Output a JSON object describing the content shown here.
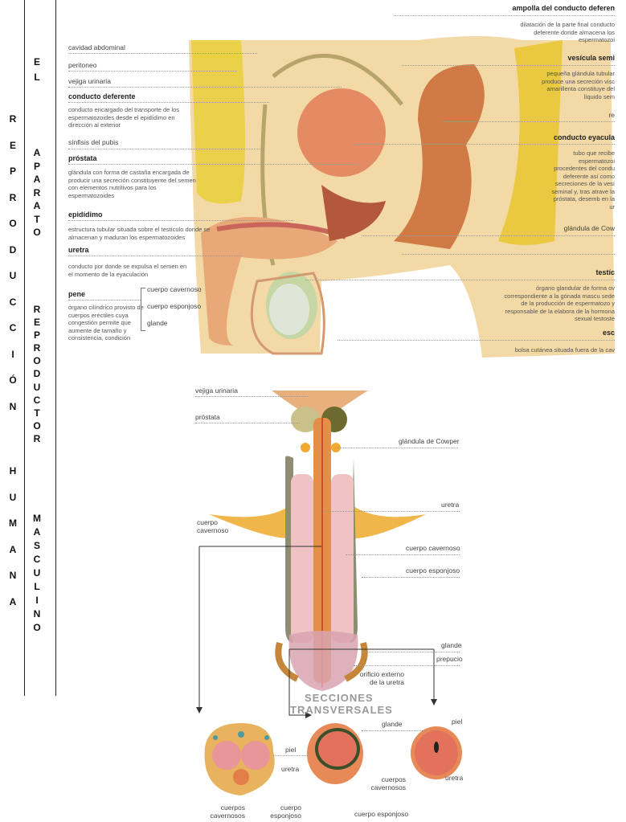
{
  "side_titles": {
    "col1": [
      "REPRODUCCIÓN",
      "HUMANA"
    ],
    "col2": [
      "EL",
      "APARATO",
      "REPRODUCTOR",
      "MASCULINO"
    ]
  },
  "sagittal": {
    "left_labels": {
      "cavidad_abdominal": "cavidad abdominal",
      "peritoneo": "peritoneo",
      "vejiga": "vejiga urinaria",
      "conducto_deferente": "conducto deferente",
      "conducto_deferente_desc": "conducto encargado del transporte de los espermatozoides desde el epidídimo en dirección al exterior",
      "sinfisis": "sínfisis del pubis",
      "prostata": "próstata",
      "prostata_desc": "glándula con forma de castaña encargada de producir una secreción constituyente del semen con elementos nutritivos para los espermatozoides",
      "epididimo": "epidídimo",
      "epididimo_desc": "estructura tubular situada sobre el testículo donde se almacenan y maduran los espermatozoides",
      "uretra": "uretra",
      "uretra_desc": "conducto por donde se expulsa el semen en el momento de la eyaculación",
      "pene": "pene",
      "pene_desc": "órgano cilíndrico provisto de cuerpos eréctiles cuya congestión permite que aumente de tamaño y consistencia, condición",
      "cuerpo_cavernoso": "cuerpo cavernoso",
      "cuerpo_esponjoso": "cuerpo esponjoso",
      "glande": "glande"
    },
    "right_labels": {
      "ampolla": "ampolla del conducto deferen",
      "ampolla_desc": "dilatación de la parte final conducto deferente donde almacena los espermatozoi",
      "vesicula": "vesícula semi",
      "vesicula_desc": "pequeña glándula tubular produce una secreción visc amarillenta constituye del líquido sem",
      "re": "re",
      "eyaculador": "conducto eyacula",
      "eyaculador_desc": "tubo que recibe espermatozoi procedentes del condu deferente así como secreciones de la vesí seminal y, tras atrave la próstata, desemb en la ur",
      "cowper": "glándula de Cow",
      "testiculo": "testíc",
      "testiculo_desc": "órgano glandular de forma ov correspondiente a la gónada mascu sede de la producción de espermatozo y responsable de la elabora de la hormona sexual testoste",
      "escroto": "esc",
      "escroto_desc": "bolsa cutánea situada fuera de la cav"
    }
  },
  "frontal": {
    "vejiga": "vejiga urinaria",
    "prostata": "próstata",
    "cowper": "glándula de Cowper",
    "uretra": "uretra",
    "cuerpo_cavernoso_left": "cuerpo cavernoso",
    "cuerpo_cavernoso_right": "cuerpo cavernoso",
    "cuerpo_esponjoso": "cuerpo esponjoso",
    "glande": "glande",
    "prepucio": "prepucio",
    "orificio": "orificio externo de la uretra"
  },
  "sections": {
    "title_1": "SECCIONES",
    "title_2": "TRANSVERSALES",
    "glande": "glande",
    "piel_right": "piel",
    "piel_mid": "piel",
    "uretra_mid": "uretra",
    "uretra_right": "uretra",
    "cuerpos_cavernosos_mid": "cuerpos cavernosos",
    "cuerpos_cavernosos_left": "cuerpos cavernosos",
    "cuerpo_esponjoso_left": "cuerpo esponjoso",
    "cuerpo_esponjoso_bottom": "cuerpo esponjoso"
  }
}
